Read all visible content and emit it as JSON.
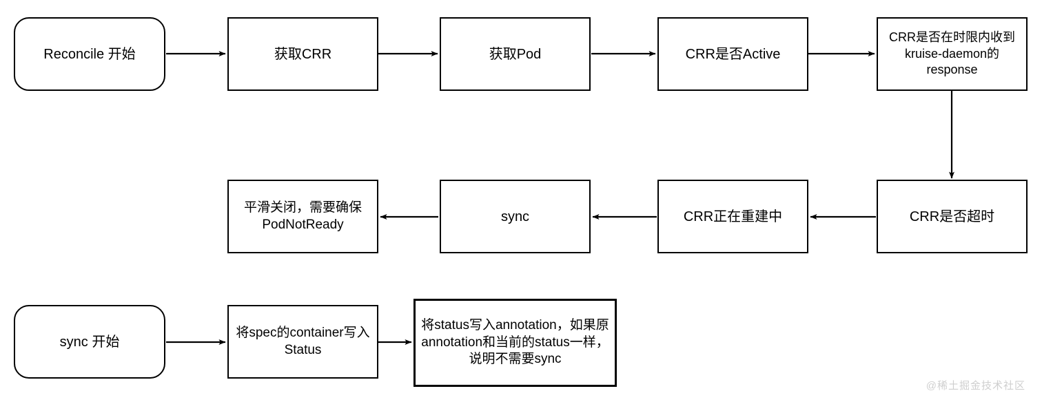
{
  "diagram": {
    "title": "Reconcile / sync flowchart",
    "background_color": "#ffffff",
    "stroke_color": "#000000",
    "watermark": "@稀土掘金技术社区",
    "rows": [
      {
        "name": "reconcile-row",
        "nodes": [
          {
            "id": "reconcile-start",
            "label": "Reconcile 开始",
            "shape": "rounded"
          },
          {
            "id": "get-crr",
            "label": "获取CRR",
            "shape": "rect"
          },
          {
            "id": "get-pod",
            "label": "获取Pod",
            "shape": "rect"
          },
          {
            "id": "crr-active",
            "label": "CRR是否Active",
            "shape": "rect"
          },
          {
            "id": "crr-response-in-time",
            "label": "CRR是否在时限内收到kruise-daemon的response",
            "shape": "rect"
          }
        ]
      },
      {
        "name": "timeout-row",
        "nodes": [
          {
            "id": "graceful-shutdown",
            "label": "平滑关闭，需要确保PodNotReady",
            "shape": "rect"
          },
          {
            "id": "sync",
            "label": "sync",
            "shape": "rect"
          },
          {
            "id": "crr-rebuilding",
            "label": "CRR正在重建中",
            "shape": "rect"
          },
          {
            "id": "crr-timeout",
            "label": "CRR是否超时",
            "shape": "rect"
          }
        ]
      },
      {
        "name": "sync-row",
        "nodes": [
          {
            "id": "sync-start",
            "label": "sync 开始",
            "shape": "rounded"
          },
          {
            "id": "write-spec-container",
            "label": "将spec的container写入Status",
            "shape": "rect"
          },
          {
            "id": "write-status-annotation",
            "label": "将status写入annotation，如果原annotation和当前的status一样，说明不需要sync",
            "shape": "rect"
          }
        ]
      }
    ],
    "edges": [
      {
        "id": "edge-reconcile-start-to-get-crr",
        "from": "reconcile-start",
        "to": "get-crr",
        "direction": "right"
      },
      {
        "id": "edge-get-crr-to-get-pod",
        "from": "get-crr",
        "to": "get-pod",
        "direction": "right"
      },
      {
        "id": "edge-get-pod-to-crr-active",
        "from": "get-pod",
        "to": "crr-active",
        "direction": "right"
      },
      {
        "id": "edge-crr-active-to-response",
        "from": "crr-active",
        "to": "crr-response-in-time",
        "direction": "right"
      },
      {
        "id": "edge-response-to-crr-timeout",
        "from": "crr-response-in-time",
        "to": "crr-timeout",
        "direction": "down"
      },
      {
        "id": "edge-crr-timeout-to-rebuilding",
        "from": "crr-timeout",
        "to": "crr-rebuilding",
        "direction": "left"
      },
      {
        "id": "edge-rebuilding-to-sync",
        "from": "crr-rebuilding",
        "to": "sync",
        "direction": "left"
      },
      {
        "id": "edge-sync-to-graceful-shutdown",
        "from": "sync",
        "to": "graceful-shutdown",
        "direction": "left"
      },
      {
        "id": "edge-sync-start-to-write-spec",
        "from": "sync-start",
        "to": "write-spec-container",
        "direction": "right"
      },
      {
        "id": "edge-write-spec-to-write-status",
        "from": "write-spec-container",
        "to": "write-status-annotation",
        "direction": "right"
      }
    ]
  }
}
